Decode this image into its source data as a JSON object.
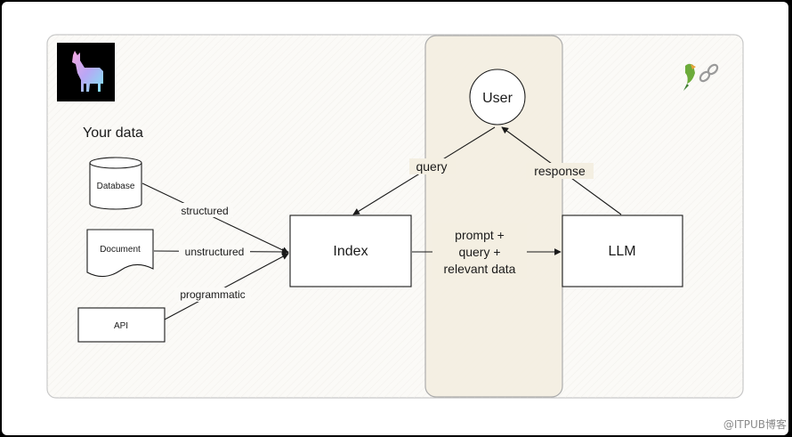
{
  "diagram": {
    "section_title": "Your data",
    "sources": {
      "database": "Database",
      "document": "Document",
      "api": "API"
    },
    "edge_labels": {
      "structured": "structured",
      "unstructured": "unstructured",
      "programmatic": "programmatic",
      "query": "query",
      "response": "response",
      "prompt_line1": "prompt +",
      "prompt_line2": "query +",
      "prompt_line3": "relevant data"
    },
    "nodes": {
      "index": "Index",
      "llm": "LLM",
      "user": "User"
    },
    "logos": {
      "llama": "llama-logo-icon",
      "langchain": "parrot-chain-icon"
    }
  },
  "watermark": "@ITPUB博客",
  "colors": {
    "panel_border": "#c8c8c8",
    "panel_fill": "#fbfaf7",
    "highlight_fill": "#f4efe2",
    "highlight_border": "#a8a8a8",
    "line": "#1a1a1a",
    "logo_bg": "#000000"
  }
}
